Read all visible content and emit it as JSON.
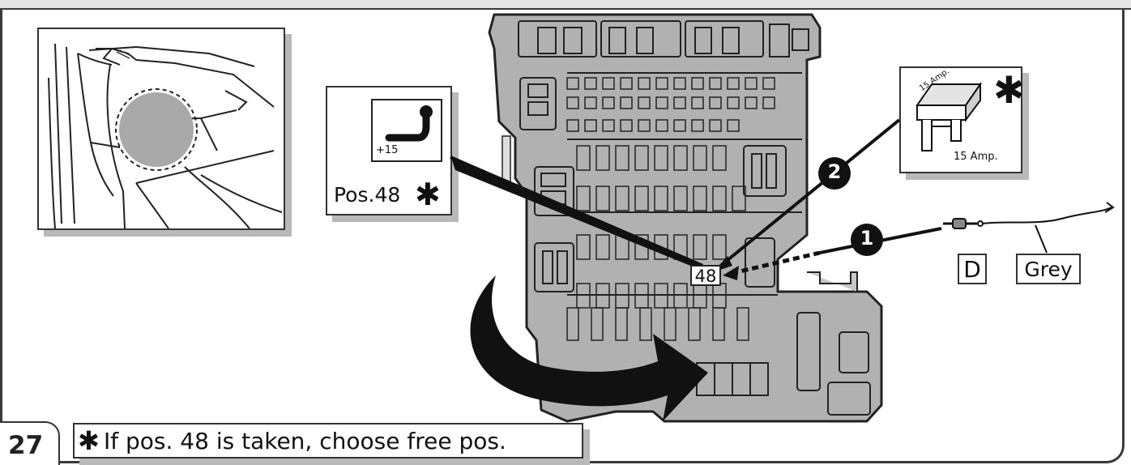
{
  "step": {
    "number": "27"
  },
  "note": {
    "marker": "✱",
    "text": "If pos. 48 is taken, choose free pos."
  },
  "fuse_position": {
    "icon_label": "+15",
    "label": "Pos.48",
    "marker": "✱",
    "slot_label": "48"
  },
  "fuse": {
    "label": "15 Amp.",
    "body_text": "15 Amp.",
    "marker": "✱"
  },
  "callouts": [
    {
      "number": "1"
    },
    {
      "number": "2"
    }
  ],
  "wire": {
    "connector_label": "D",
    "color_label": "Grey"
  },
  "colors": {
    "fuse_box_fill": "#b1b1b1",
    "outline": "#222222",
    "shadow": "#b9b9b9",
    "badge": "#111111"
  },
  "icons": [
    "glovebox-location-illustration",
    "ignition-plus15-icon",
    "blade-fuse-icon",
    "rotate-arrow-icon",
    "wire-connector-icon"
  ]
}
